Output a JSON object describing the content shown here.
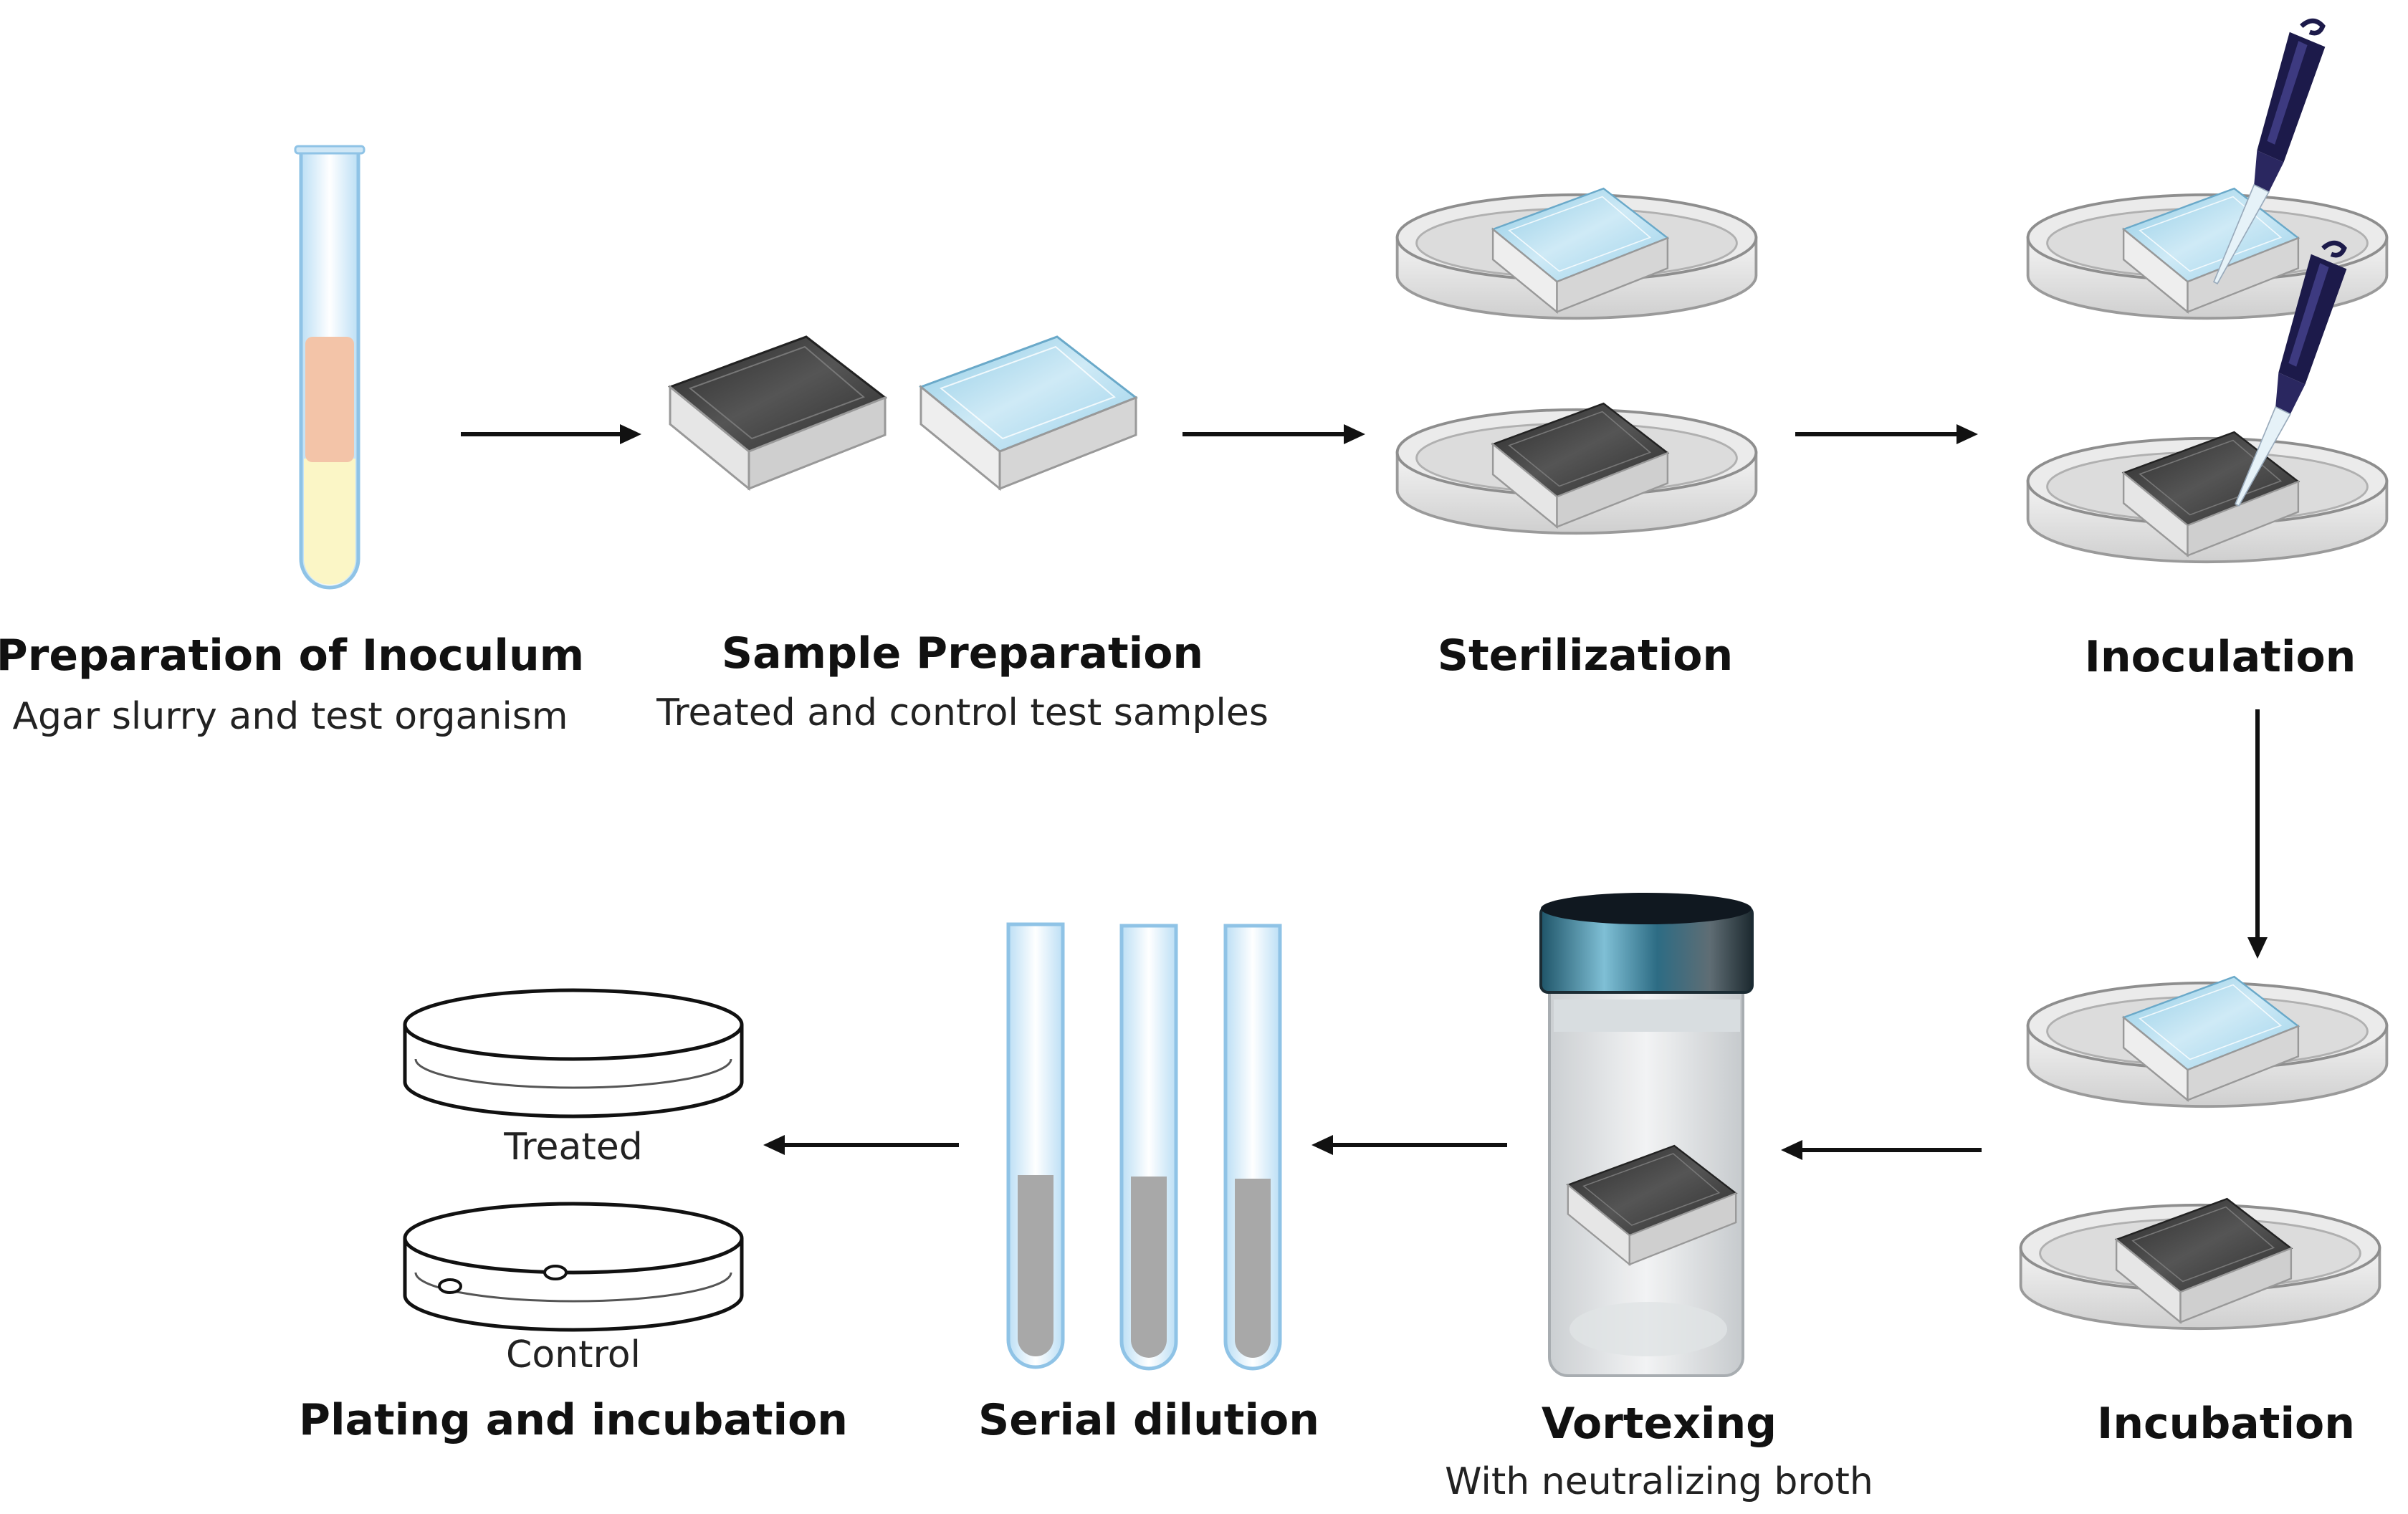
{
  "steps": [
    {
      "title": "Preparation of Inoculum",
      "subtitle": "Agar slurry and test organism"
    },
    {
      "title": "Sample Preparation",
      "subtitle": "Treated and control test samples"
    },
    {
      "title": "Sterilization",
      "subtitle": ""
    },
    {
      "title": "Inoculation",
      "subtitle": ""
    },
    {
      "title": "Incubation",
      "subtitle": ""
    },
    {
      "title": "Vortexing",
      "subtitle": "With neutralizing broth"
    },
    {
      "title": "Serial dilution",
      "subtitle": ""
    },
    {
      "title": "Plating and incubation",
      "subtitle": ""
    }
  ],
  "plate_labels": {
    "treated": "Treated",
    "control": "Control"
  },
  "colors": {
    "dark_sample": "#3a3a3a",
    "light_sample": "#a9d6ea",
    "inoculum_band": "#f3c4a8",
    "agar": "#fbf6c6",
    "tube_liquid": "#a8a8a8",
    "pipette": "#1c1a4a",
    "cap_teal": "#2d6c84"
  },
  "icons": [
    "test-tube-icon",
    "sample-square-icon",
    "petri-dish-icon",
    "pipette-icon",
    "jar-icon"
  ]
}
